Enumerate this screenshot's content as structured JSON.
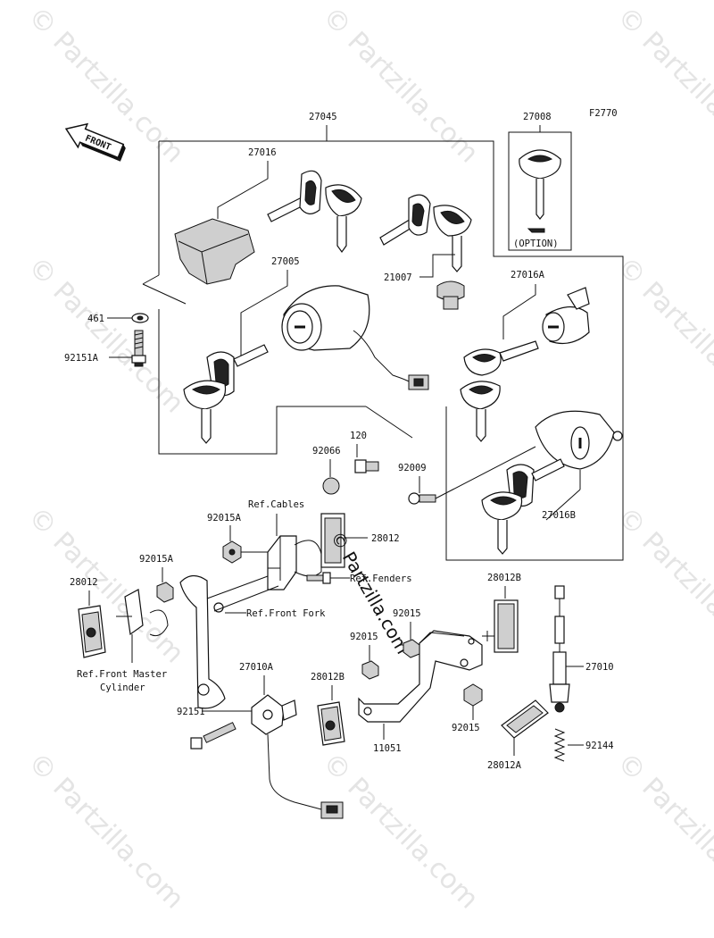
{
  "diagram": {
    "figure_code": "F2770",
    "front_label": "FRONT",
    "option_label": "(OPTION)",
    "watermark": "© Partzilla.com",
    "center_watermark": "© Partzilla.com",
    "parts": {
      "p27045": "27045",
      "p27008": "27008",
      "p27016": "27016",
      "p21007": "21007",
      "p27016A": "27016A",
      "p27005": "27005",
      "p461": "461",
      "p92151A": "92151A",
      "p120": "120",
      "p92066": "92066",
      "p92009": "92009",
      "p27016B": "27016B",
      "p92015A_1": "92015A",
      "p92015A_2": "92015A",
      "p28012_top": "28012",
      "p28012_left": "28012",
      "p28012B_right": "28012B",
      "p92015_1": "92015",
      "p92015_2": "92015",
      "p92015_3": "92015",
      "p28012B_mid": "28012B",
      "p27010A": "27010A",
      "p27010": "27010",
      "p92151": "92151",
      "p11051": "11051",
      "p28012A": "28012A",
      "p92144": "92144"
    },
    "refs": {
      "cables": "Ref.Cables",
      "fenders": "Ref.Fenders",
      "front_fork": "Ref.Front Fork",
      "master_1": "Ref.Front Master",
      "master_2": "Cylinder"
    }
  }
}
